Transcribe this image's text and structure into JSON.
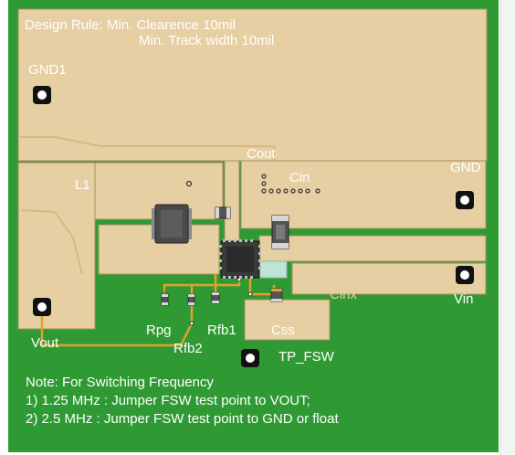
{
  "design_rule": {
    "line1": "Design Rule: Min. Clearence 10mil",
    "line2": "Min. Track width 10mil"
  },
  "labels": {
    "gnd1": "GND1",
    "cout": "Cout",
    "cin": "Cin",
    "gnd": "GND",
    "l1": "L1",
    "vout": "Vout",
    "vin": "Vin",
    "cinx": "Cinx",
    "rpg": "Rpg",
    "rfb1": "Rfb1",
    "rfb2": "Rfb2",
    "css": "Css",
    "tp_fsw": "TP_FSW"
  },
  "note": {
    "title": "Note: For Switching Frequency",
    "line1": "1) 1.25 MHz : Jumper FSW test point to VOUT;",
    "line2": "2) 2.5 MHz : Jumper FSW test point to GND or float"
  },
  "colors": {
    "board_green": "#2f9a33",
    "copper_tan": "#e6cfa2",
    "trace_orange": "#e3a02a",
    "ic_dark": "#3a3a3a"
  }
}
